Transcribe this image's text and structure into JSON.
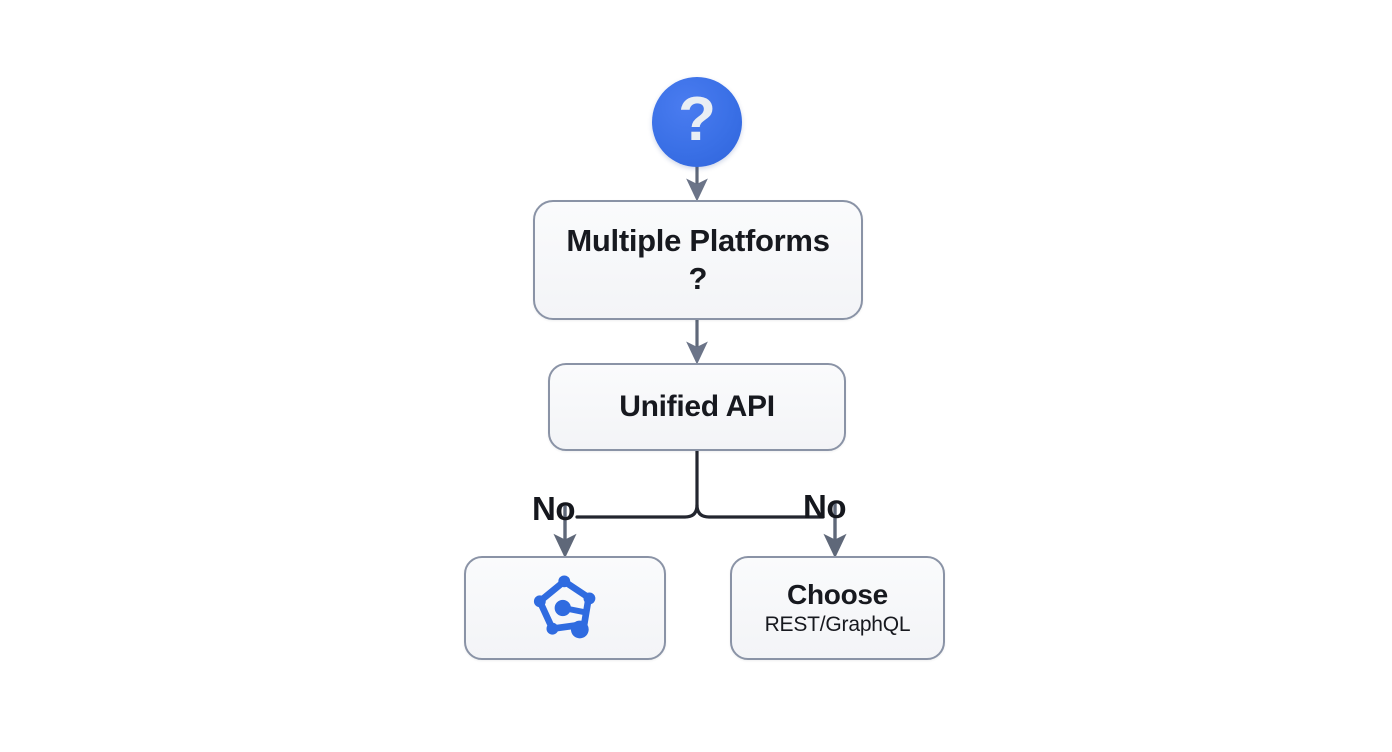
{
  "diagram": {
    "type": "flowchart",
    "title": "API decision flowchart",
    "background_color": "#ffffff",
    "accent_color": "#3a70e6",
    "node_fill_color": "#f5f6f8",
    "node_border_color": "#8a93a6",
    "text_color": "#17191f",
    "connector_color": "#2b2f3a"
  },
  "nodes": {
    "start": {
      "name": "start-question",
      "shape": "circle",
      "icon": "question-mark-icon",
      "glyph": "?"
    },
    "multiple_platforms": {
      "name": "multiple-platforms",
      "shape": "rounded-rectangle",
      "line1": "Multiple Platforms",
      "line2": "?"
    },
    "unified_api": {
      "name": "unified-api",
      "shape": "rounded-rectangle",
      "line1": "Unified API"
    },
    "graph_api": {
      "name": "graph-api-option",
      "shape": "rounded-rectangle",
      "icon": "graph-network-icon",
      "icon_color": "#2f6be0"
    },
    "choose_rest_graphql": {
      "name": "choose-rest-graphql",
      "shape": "rounded-rectangle",
      "line1": "Choose",
      "line2": "REST/GraphQL"
    }
  },
  "edges": [
    {
      "name": "edge-start-to-multiple-platforms",
      "from": "start",
      "to": "multiple_platforms",
      "label": "",
      "arrow": true
    },
    {
      "name": "edge-multiple-platforms-to-unified-api",
      "from": "multiple_platforms",
      "to": "unified_api",
      "label": "",
      "arrow": true
    },
    {
      "name": "edge-unified-api-to-graph-api",
      "from": "unified_api",
      "to": "graph_api",
      "label": "No",
      "arrow": true
    },
    {
      "name": "edge-unified-api-to-choose",
      "from": "unified_api",
      "to": "choose_rest_graphql",
      "label": "No",
      "arrow": true
    }
  ],
  "labels": {
    "no_left": "No",
    "no_right": "No"
  }
}
